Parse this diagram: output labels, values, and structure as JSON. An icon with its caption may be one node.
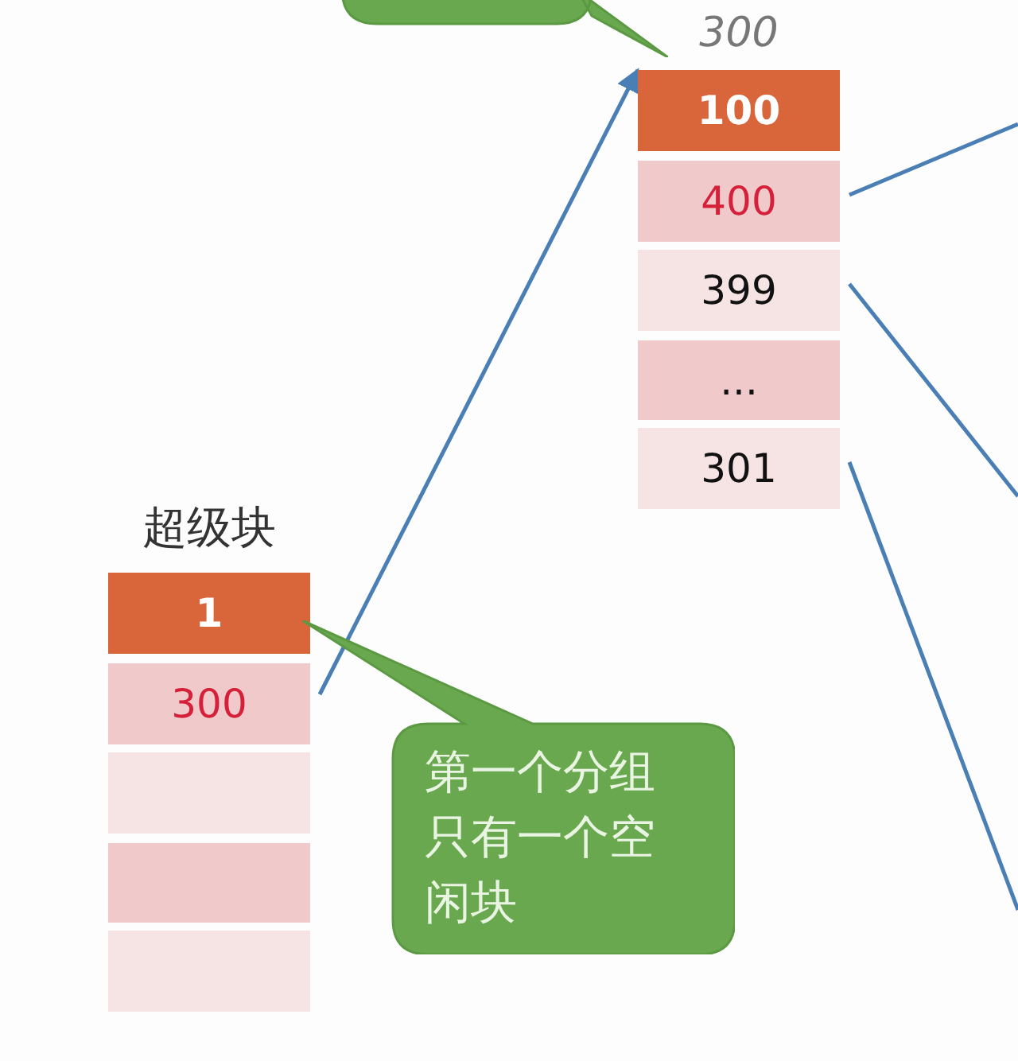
{
  "diagram": {
    "nodes": [
      {
        "text": [
          "超级块"
        ]
      },
      {
        "text": [
          "1"
        ],
        "in": 0
      },
      {
        "text": [
          "300"
        ],
        "in": 0
      },
      {
        "text": [],
        "shape": "box",
        "in": 0
      },
      {
        "text": [],
        "shape": "box",
        "in": 0
      },
      {
        "text": [],
        "shape": "box",
        "in": 0
      },
      {
        "text": [
          "300"
        ]
      },
      {
        "text": [
          "100"
        ],
        "in": 6
      },
      {
        "text": [
          "400"
        ],
        "in": 6
      },
      {
        "text": [
          "399"
        ],
        "in": 6
      },
      {
        "text": [
          "..."
        ],
        "in": 6
      },
      {
        "text": [
          "301"
        ],
        "in": 6
      },
      {
        "text": [],
        "shape": "box"
      },
      {
        "text": [
          "第一个分组只有一个空闲块"
        ]
      }
    ],
    "edges": [
      {
        "from": 2,
        "to": 6,
        "arrow": "to"
      },
      {
        "from": 8,
        "to": null,
        "arrow": "none"
      },
      {
        "from": 9,
        "to": null,
        "arrow": "none"
      },
      {
        "from": 11,
        "to": null,
        "arrow": "none"
      }
    ]
  }
}
